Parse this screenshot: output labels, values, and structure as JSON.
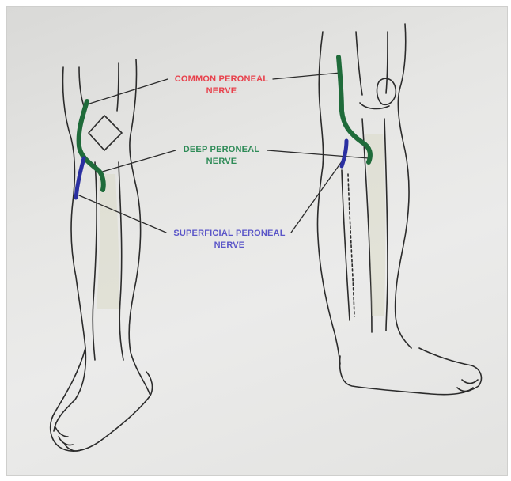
{
  "labels": {
    "common_peroneal": {
      "line1": "COMMON PERONEAL",
      "line2": "NERVE"
    },
    "deep_peroneal": {
      "line1": "DEEP PERONEAL",
      "line2": "NERVE"
    },
    "superficial_peroneal": {
      "line1": "SUPERFICIAL PERONEAL",
      "line2": "NERVE"
    }
  },
  "colors": {
    "common_peroneal": "#e8414c",
    "deep_peroneal": "#2e8b57",
    "superficial_peroneal": "#5b56c8",
    "common_nerve_stroke": "#1f6b3a",
    "superficial_nerve_stroke": "#2a2fa0",
    "ink": "#2b2b2b",
    "bone_fill": "#d8d6c2"
  }
}
